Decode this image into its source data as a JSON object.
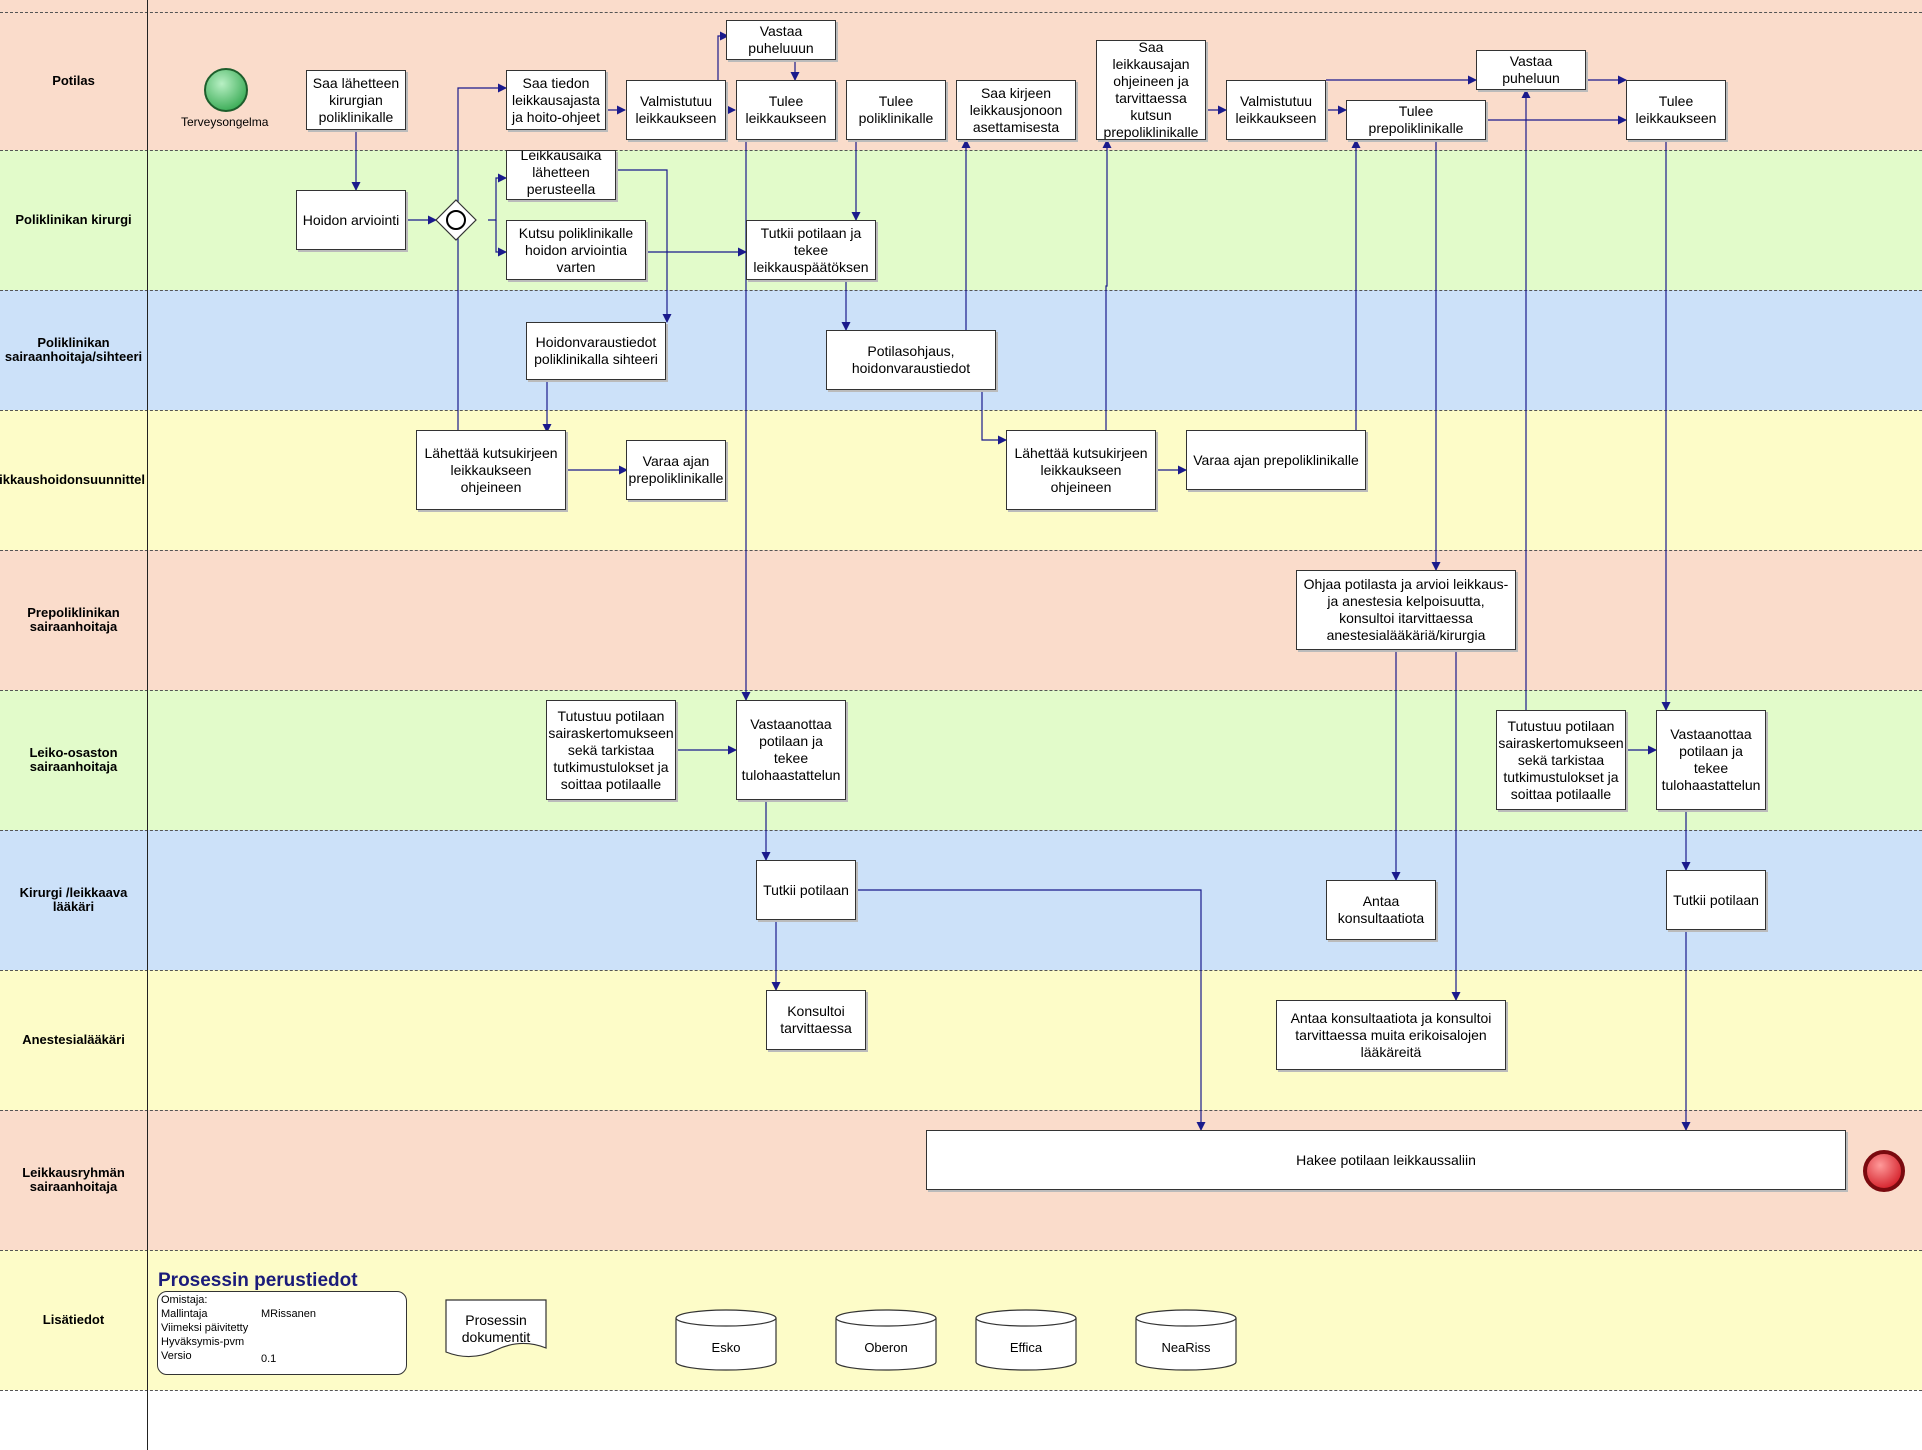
{
  "lanes": [
    {
      "label": "Potilas",
      "color": "#fadccb"
    },
    {
      "label": "Poliklinikan kirurgi",
      "color": "#e2fbca"
    },
    {
      "label": "Poliklinikan\nsairaanhoitaja/sihteeri",
      "color": "#cce1f9"
    },
    {
      "label": "eikkaushoidonsuunnittel",
      "color": "#fdfcc8"
    },
    {
      "label": "Prepoliklinikan\nsairaanhoitaja",
      "color": "#fadccb"
    },
    {
      "label": "Leiko-osaston\nsairaanhoitaja",
      "color": "#e2fbca"
    },
    {
      "label": "Kirurgi /leikkaava\nlääkäri",
      "color": "#cce1f9"
    },
    {
      "label": "Anestesialääkäri",
      "color": "#fdfcc8"
    },
    {
      "label": "Leikkausryhmän\nsairaanhoitaja",
      "color": "#fadccb"
    },
    {
      "label": "Lisätiedot",
      "color": "#fdfcc8"
    }
  ],
  "events": {
    "start_label": "Terveysongelma",
    "start_color": "#3fae5a",
    "end_color": "#d4202a"
  },
  "tasks": {
    "saa_lahetteen": "Saa lähetteen\nkirurgian\npoliklinikalle",
    "hoidon_arviointi": "Hoidon arviointi",
    "saa_tiedon": "Saa tiedon\nleikkausajasta\nja hoito-ohjeet",
    "leikkausaika": "Leikkausaika\nlähetteen\nperusteella",
    "kutsu_poliklinikalle": "Kutsu poliklinikalle\nhoidon arviointia\nvarten",
    "hoidonvaraustiedot": "Hoidonvaraustiedot\npoliklinikalla sihteeri",
    "lahettaa_1": "Lähettää kutsukirjeen\nleikkaukseen\nohjeineen",
    "varaa_ajan_1": "Varaa ajan\nprepoliklinikalle",
    "valmistuu_1": "Valmistutuu\nleikkaukseen",
    "vastaa_1": "Vastaa\npuheluuun",
    "tulee_1": "Tulee\nleikkaukseen",
    "tulee_poli": "Tulee\npoliklinikalle",
    "tutkii_tekee": "Tutkii potilaan ja\ntekee\nleikkauspäätöksen",
    "potilasohjaus": "Potilasohjaus,\nhoidonvaraustiedot",
    "saa_kirjeen": "Saa kirjeen\nleikkausjonoon\nasettamisesta",
    "saa_leikkausajan": "Saa\nleikkausajan\nohjeineen ja\ntarvittaessa\nkutsun\nprepoliklinikalle",
    "lahettaa_2": "Lähettää kutsukirjeen\nleikkaukseen\nohjeineen",
    "varaa_ajan_2": "Varaa ajan prepoliklinikalle",
    "valmistuu_2": "Valmistutuu\nleikkaukseen",
    "tulee_prepoli": "Tulee\nprepoliklinikalle",
    "vastaa_2": "Vastaa\npuheluun",
    "tulee_2": "Tulee\nleikkaukseen",
    "ohjaa": "Ohjaa potilasta ja arvioi leikkaus-\nja anestesia kelpoisuutta,\nkonsultoi  itarvittaessa\nanestesialääkäriä/kirurgia",
    "tutustuu_1": "Tutustuu potilaan\nsairaskertomukseen\nsekä tarkistaa\ntutkimustulokset ja\nsoittaa potilaalle",
    "vastaanottaa_1": "Vastaanottaa\npotilaan ja\ntekee\ntulohaastattelun",
    "tutustuu_2": "Tutustuu potilaan\nsairaskertomukseen\nsekä tarkistaa\ntutkimustulokset ja\nsoittaa potilaalle",
    "vastaanottaa_2": "Vastaanottaa\npotilaan ja\ntekee\ntulohaastattelun",
    "tutkii_1": "Tutkii potilaan",
    "antaa_konsultaatiota": "Antaa\nkonsultaatiota",
    "tutkii_2": "Tutkii potilaan",
    "konsultoi": "Konsultoi\ntarvittaessa",
    "antaa_konsultaatiota_muita": "Antaa konsultaatiota ja konsultoi\ntarvittaessa muita erikoisalojen\nlääkäreitä",
    "hakee": "Hakee potilaan leikkaussaliin"
  },
  "info": {
    "title": "Prosessin perustiedot",
    "rows": [
      {
        "label": "Omistaja:",
        "value": ""
      },
      {
        "label": "Mallintaja",
        "value": "MRissanen"
      },
      {
        "label": "Viimeksi päivitetty",
        "value": ""
      },
      {
        "label": "Hyväksymis-pvm",
        "value": ""
      },
      {
        "label": "Versio",
        "value": "0.1"
      }
    ],
    "document": "Prosessin\ndokumentit",
    "systems": [
      "Esko",
      "Oberon",
      "Effica",
      "NeaRiss"
    ]
  },
  "colors": {
    "arrow": "#1a1a8c",
    "line": "#333333"
  }
}
